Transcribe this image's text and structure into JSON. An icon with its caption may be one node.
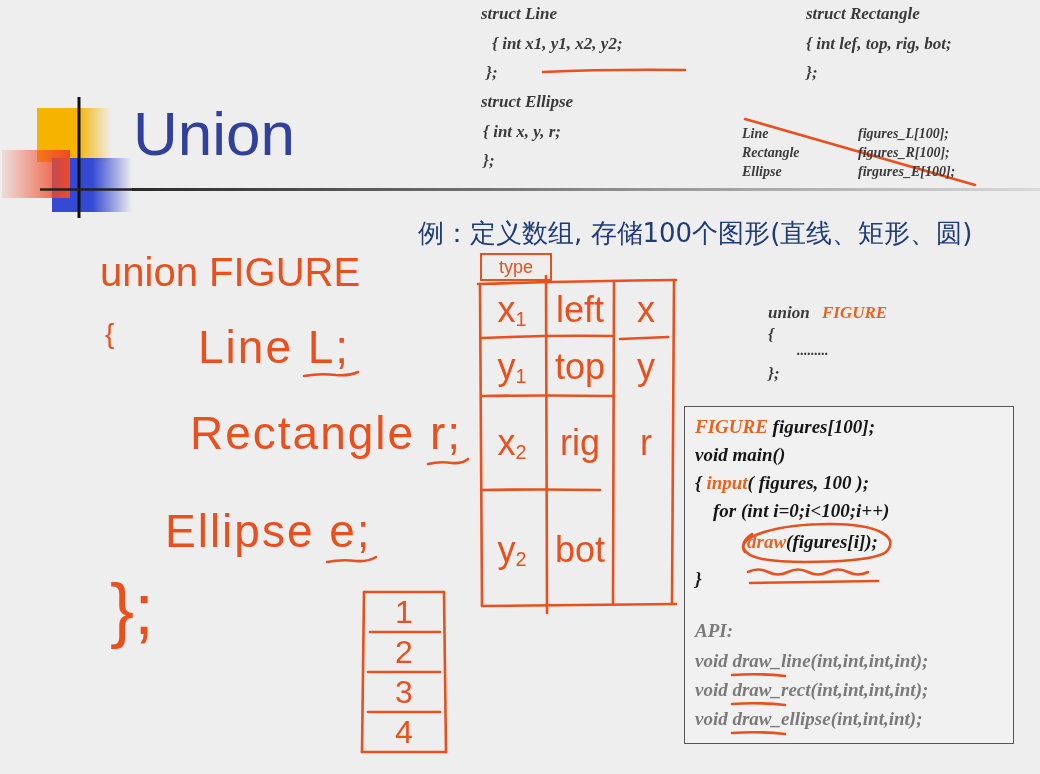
{
  "diagram": {
    "title": "Union",
    "nodes": [
      {
        "text": [
          "type"
        ]
      },
      {
        "text": [
          "FIGURE figures[100];",
          "void main()",
          "{ input( figures, 100 );",
          "for (int i=0;i<100;i++)",
          "draw(figures[i]);",
          "}",
          "API:",
          "void draw_line(int,int,int,int);",
          "void draw_rect(int,int,int,int);",
          "void draw_ellipse(int,int,int);"
        ]
      }
    ],
    "labels": [
      "struct Line",
      "{ int x1, y1, x2, y2;",
      "};",
      "struct Ellipse",
      "{ int x, y, r;",
      "};",
      "struct Rectangle",
      "{ int lef, top, rig, bot;",
      "};",
      "Line",
      "figures_L[100];",
      "Rectangle",
      "figures_R[100];",
      "Ellipse",
      "firgures_E[100];",
      "例：定义数组, 存储100个图形(直线、矩形、圆)",
      "union FIGURE",
      "{",
      "Line L;",
      "Rectangle r;",
      "Ellipse e;",
      "};",
      "x$_{1}$",
      "left",
      "x",
      "y$_{1}$",
      "top",
      "y",
      "x$_{2}$",
      "rig",
      "r",
      "y$_{2}$",
      "bot",
      "union",
      "FIGURE",
      "{",
      ".........",
      "};",
      "1",
      "2",
      "3",
      "4"
    ]
  }
}
